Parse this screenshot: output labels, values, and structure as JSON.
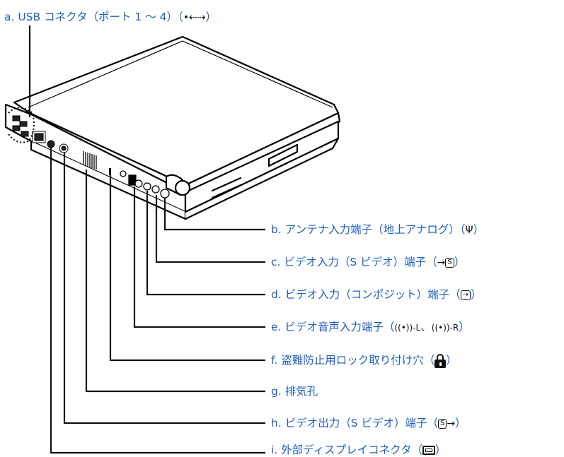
{
  "labels": {
    "a": {
      "prefix": "a.",
      "text": "USB コネクタ（ポート 1 ～ 4）（",
      "symbol": "•⇠⇢",
      "suffix": "）"
    },
    "b": {
      "prefix": "b.",
      "text": "アンテナ入力端子（地上アナログ）（",
      "symbol": "Ψ",
      "suffix": "）"
    },
    "c": {
      "prefix": "c.",
      "text": "ビデオ入力（S ビデオ）端子（",
      "symbol": "S",
      "suffix": "）"
    },
    "d": {
      "prefix": "d.",
      "text": "ビデオ入力（コンポジット）端子（",
      "symbol": "⇢",
      "suffix": "）"
    },
    "e": {
      "prefix": "e.",
      "text": "ビデオ音声入力端子（",
      "symbol_l": "((•))-L",
      "sep": "、",
      "symbol_r": "((•))-R",
      "suffix": "）"
    },
    "f": {
      "prefix": "f.",
      "text": "盗難防止用ロック取り付け穴（",
      "symbol": "lock-icon",
      "suffix": "）"
    },
    "g": {
      "prefix": "g.",
      "text": "排気孔"
    },
    "h": {
      "prefix": "h.",
      "text": "ビデオ出力（S ビデオ）端子（",
      "symbol": "S",
      "suffix": "）"
    },
    "i": {
      "prefix": "i.",
      "text": "外部ディスプレイコネクタ（",
      "symbol": "monitor-icon",
      "suffix": "）"
    }
  },
  "colors": {
    "label": "#1f5fc0",
    "line": "#111111",
    "laptop_stroke": "#000000",
    "laptop_fill": "#ffffff"
  }
}
